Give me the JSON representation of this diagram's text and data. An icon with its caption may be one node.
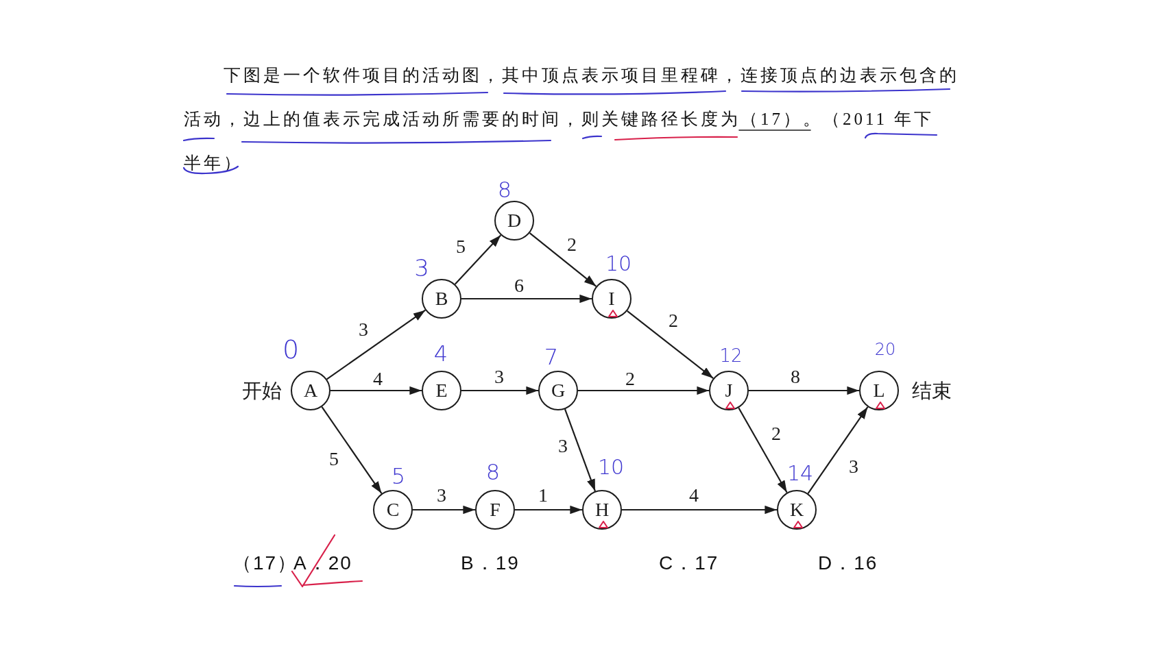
{
  "diagram": {
    "nodes": [
      {
        "text": [
          "A"
        ],
        "beside": [
          "0",
          "开始"
        ]
      },
      {
        "text": [
          "B"
        ],
        "beside": [
          "3"
        ]
      },
      {
        "text": [
          "C"
        ],
        "beside": [
          "5"
        ]
      },
      {
        "text": [
          "D"
        ],
        "beside": [
          "8"
        ]
      },
      {
        "text": [
          "E"
        ],
        "beside": [
          "4"
        ]
      },
      {
        "text": [
          "F"
        ],
        "beside": [
          "8"
        ]
      },
      {
        "text": [
          "G"
        ],
        "beside": [
          "7"
        ]
      },
      {
        "text": [
          "H"
        ],
        "beside": [
          "10"
        ]
      },
      {
        "text": [
          "I"
        ],
        "beside": [
          "10"
        ]
      },
      {
        "text": [
          "J"
        ],
        "beside": [
          "12"
        ]
      },
      {
        "text": [
          "K"
        ],
        "beside": [
          "14"
        ]
      },
      {
        "text": [
          "L"
        ],
        "beside": [
          "20",
          "结束"
        ]
      }
    ],
    "edges": [
      {
        "from": 0,
        "to": 1,
        "arrow": "to",
        "label": "3"
      },
      {
        "from": 0,
        "to": 4,
        "arrow": "to",
        "label": "4"
      },
      {
        "from": 0,
        "to": 2,
        "arrow": "to",
        "label": "5"
      },
      {
        "from": 1,
        "to": 3,
        "arrow": "to",
        "label": "5"
      },
      {
        "from": 1,
        "to": 8,
        "arrow": "to",
        "label": "6"
      },
      {
        "from": 3,
        "to": 8,
        "arrow": "to",
        "label": "2"
      },
      {
        "from": 8,
        "to": 9,
        "arrow": "to",
        "label": "2"
      },
      {
        "from": 4,
        "to": 6,
        "arrow": "to",
        "label": "3"
      },
      {
        "from": 6,
        "to": 9,
        "arrow": "to",
        "label": "2"
      },
      {
        "from": 6,
        "to": 7,
        "arrow": "to",
        "label": "3"
      },
      {
        "from": 2,
        "to": 5,
        "arrow": "to",
        "label": "3"
      },
      {
        "from": 5,
        "to": 7,
        "arrow": "to",
        "label": "1"
      },
      {
        "from": 7,
        "to": 10,
        "arrow": "to",
        "label": "4"
      },
      {
        "from": 9,
        "to": 11,
        "arrow": "to",
        "label": "8"
      },
      {
        "from": 9,
        "to": 10,
        "arrow": "to",
        "label": "2"
      },
      {
        "from": 10,
        "to": 11,
        "arrow": "to",
        "label": "3"
      }
    ],
    "labels": [
      "下图是一个软件项目的活动图，其中顶点表示项目里程碑，连接顶点的边表示包含的活动，边上的值表示完成活动所需要的时间，则关键路径长度为（17）。（2011 年下半年）",
      "（17）",
      "A．20",
      "B．19",
      "C．17",
      "D．16"
    ]
  }
}
